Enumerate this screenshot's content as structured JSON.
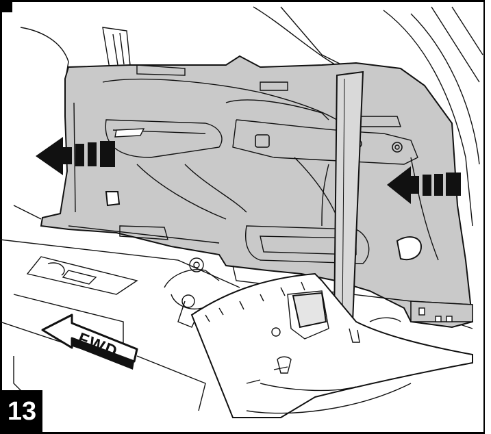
{
  "step": {
    "number": "13"
  },
  "labels": {
    "direction": "FWD"
  },
  "colors": {
    "panel": "#c9c9c9",
    "arrow": "#111111",
    "line": "#111111",
    "background": "#ffffff"
  },
  "icons": [
    "removal-arrow-left",
    "removal-arrow-right",
    "forward-arrow"
  ]
}
